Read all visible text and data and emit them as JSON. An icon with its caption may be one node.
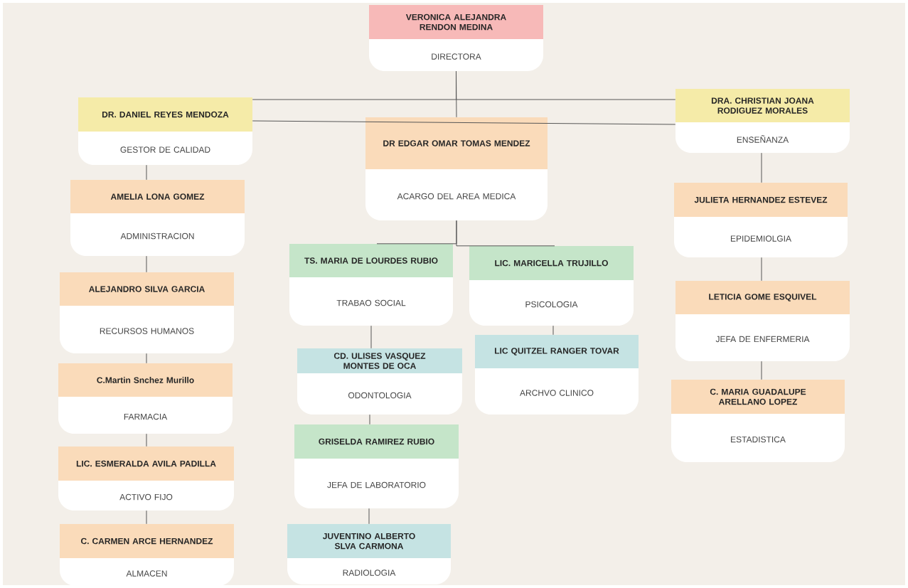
{
  "diagram": {
    "nodes": [
      {
        "text": [
          "VERONICA ALEJANDRA RENDON MEDINA",
          "DIRECTORA"
        ]
      },
      {
        "text": [
          "DR. DANIEL REYES MENDOZA",
          "GESTOR DE CALIDAD"
        ]
      },
      {
        "text": [
          "DR EDGAR OMAR TOMAS MENDEZ",
          "ACARGO DEL AREA MEDICA"
        ]
      },
      {
        "text": [
          "DRA. CHRISTIAN JOANA RODIGUEZ MORALES",
          "ENSEÑANZA"
        ]
      },
      {
        "text": [
          "AMELIA LONA GOMEZ",
          "ADMINISTRACION"
        ]
      },
      {
        "text": [
          "ALEJANDRO SILVA GARCIA",
          "RECURSOS HUMANOS"
        ]
      },
      {
        "text": [
          "C.Martin Snchez Murillo",
          "FARMACIA"
        ]
      },
      {
        "text": [
          "LIC. ESMERALDA AVILA PADILLA",
          "ACTIVO FIJO"
        ]
      },
      {
        "text": [
          "C. CARMEN ARCE HERNANDEZ",
          "ALMACEN"
        ]
      },
      {
        "text": [
          "TS. MARIA DE LOURDES RUBIO",
          "TRABAO SOCIAL"
        ]
      },
      {
        "text": [
          "LIC. MARICELLA TRUJILLO",
          "PSICOLOGIA"
        ]
      },
      {
        "text": [
          "CD. ULISES VASQUEZ MONTES DE OCA",
          "ODONTOLOGIA"
        ]
      },
      {
        "text": [
          "LIC QUITZEL RANGER TOVAR",
          "ARCHVO CLINICO"
        ]
      },
      {
        "text": [
          "GRISELDA RAMIREZ RUBIO",
          "JEFA DE LABORATORIO"
        ]
      },
      {
        "text": [
          "JUVENTINO ALBERTO SLVA CARMONA",
          "RADIOLOGIA"
        ]
      },
      {
        "text": [
          "JULIETA HERNANDEZ ESTEVEZ",
          "EPIDEMIOLGIA"
        ]
      },
      {
        "text": [
          "LETICIA GOME ESQUIVEL",
          "JEFA DE ENFERMERIA"
        ]
      },
      {
        "text": [
          "C. MARIA GUADALUPE ARELLANO LOPEZ",
          "ESTADISTICA"
        ]
      }
    ],
    "edges": [
      {
        "from": 0,
        "to": 1,
        "arrow": "none"
      },
      {
        "from": 0,
        "to": 2,
        "arrow": "none"
      },
      {
        "from": 0,
        "to": 3,
        "arrow": "none"
      },
      {
        "from": 1,
        "to": 3,
        "arrow": "none"
      },
      {
        "from": 1,
        "to": 4,
        "arrow": "none"
      },
      {
        "from": 4,
        "to": 5,
        "arrow": "none"
      },
      {
        "from": 5,
        "to": 6,
        "arrow": "none"
      },
      {
        "from": 6,
        "to": 7,
        "arrow": "none"
      },
      {
        "from": 7,
        "to": 8,
        "arrow": "none"
      },
      {
        "from": 2,
        "to": 9,
        "arrow": "none"
      },
      {
        "from": 2,
        "to": 10,
        "arrow": "none"
      },
      {
        "from": 9,
        "to": 11,
        "arrow": "none"
      },
      {
        "from": 11,
        "to": 13,
        "arrow": "none"
      },
      {
        "from": 13,
        "to": 14,
        "arrow": "none"
      },
      {
        "from": 10,
        "to": 12,
        "arrow": "none"
      },
      {
        "from": 3,
        "to": 15,
        "arrow": "none"
      },
      {
        "from": 15,
        "to": 16,
        "arrow": "none"
      },
      {
        "from": 16,
        "to": 17,
        "arrow": "none"
      }
    ]
  }
}
